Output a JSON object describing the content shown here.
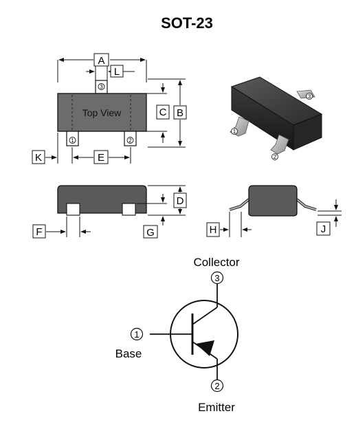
{
  "title": "SOT-23",
  "top_view_label": "Top View",
  "dimensions": {
    "A": "A",
    "B": "B",
    "C": "C",
    "D": "D",
    "E": "E",
    "F": "F",
    "G": "G",
    "H": "H",
    "J": "J",
    "K": "K",
    "L": "L"
  },
  "pins": {
    "pin1": "1",
    "pin2": "2",
    "pin3": "3"
  },
  "schematic": {
    "collector": "Collector",
    "base": "Base",
    "emitter": "Emitter"
  }
}
